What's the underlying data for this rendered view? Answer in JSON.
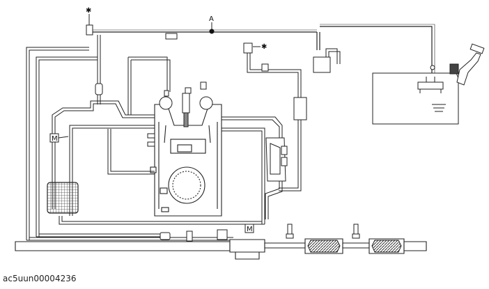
{
  "diagram": {
    "point_label": "A",
    "ground_mark_1": "✱",
    "ground_mark_2": "✱",
    "motor_label_1": "M",
    "motor_label_2": "M"
  },
  "caption": "ac5uun00004236",
  "colors": {
    "line": "#222222",
    "shade": "#555555",
    "background": "#ffffff"
  }
}
